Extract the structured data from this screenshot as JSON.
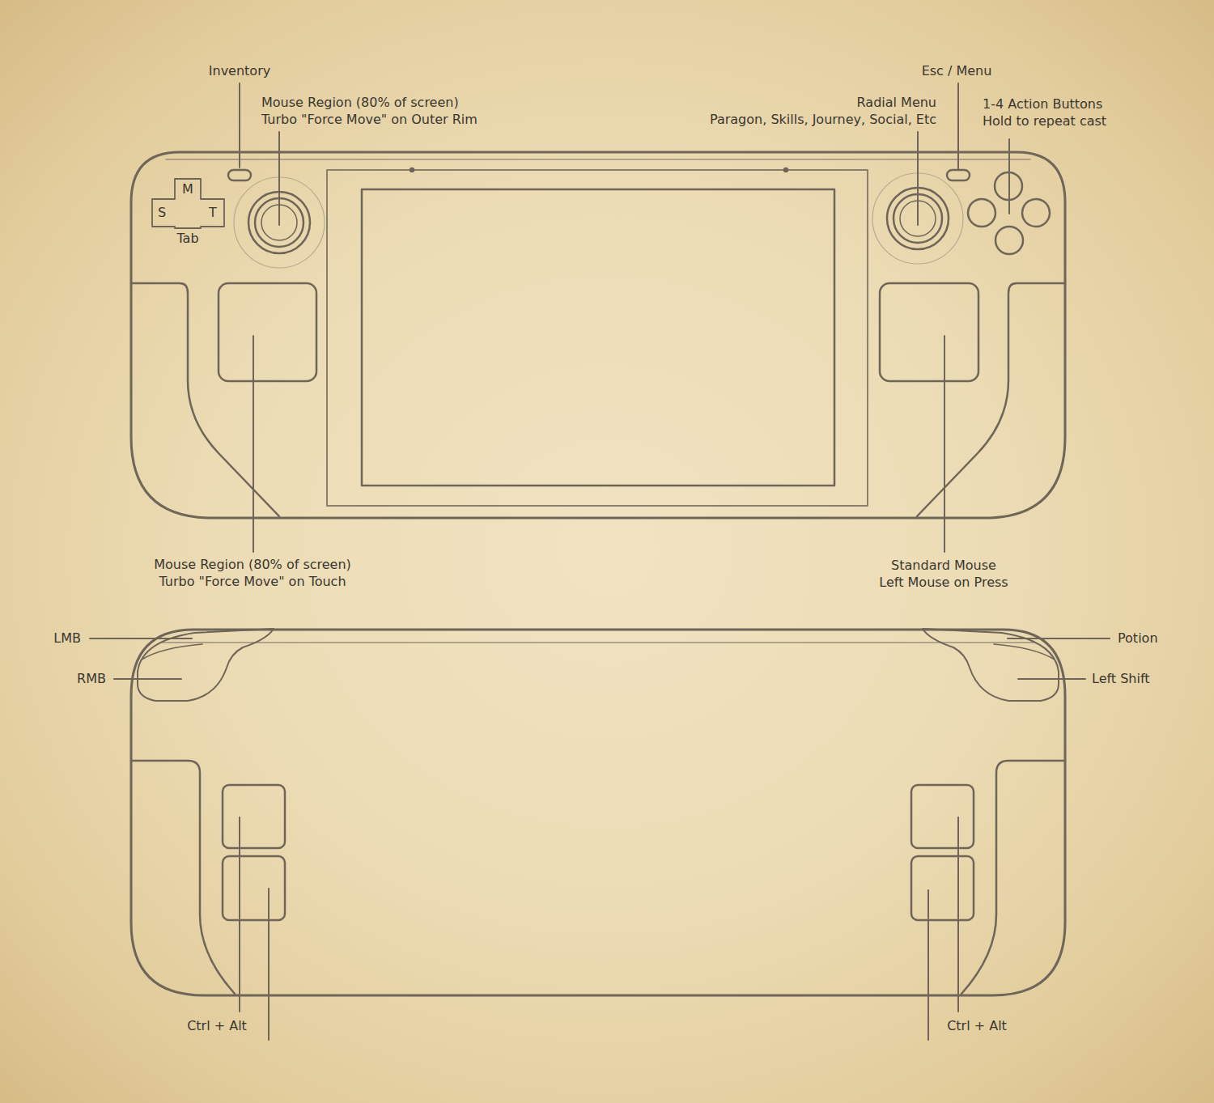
{
  "diagram": {
    "labels": [
      "Inventory",
      "Mouse Region (80% of screen)",
      "Turbo \"Force Move\" on Outer Rim",
      "Esc / Menu",
      "Radial Menu",
      "Paragon, Skills, Journey, Social, Etc",
      "1-4 Action Buttons",
      "Hold to repeat cast",
      "M",
      "S",
      "T",
      "Tab",
      "Mouse Region (80% of screen)",
      "Turbo \"Force Move\" on Touch",
      "Standard Mouse",
      "Left Mouse on Press",
      "LMB",
      "RMB",
      "Potion",
      "Left Shift",
      "Ctrl + Alt",
      "Ctrl + Alt"
    ]
  }
}
